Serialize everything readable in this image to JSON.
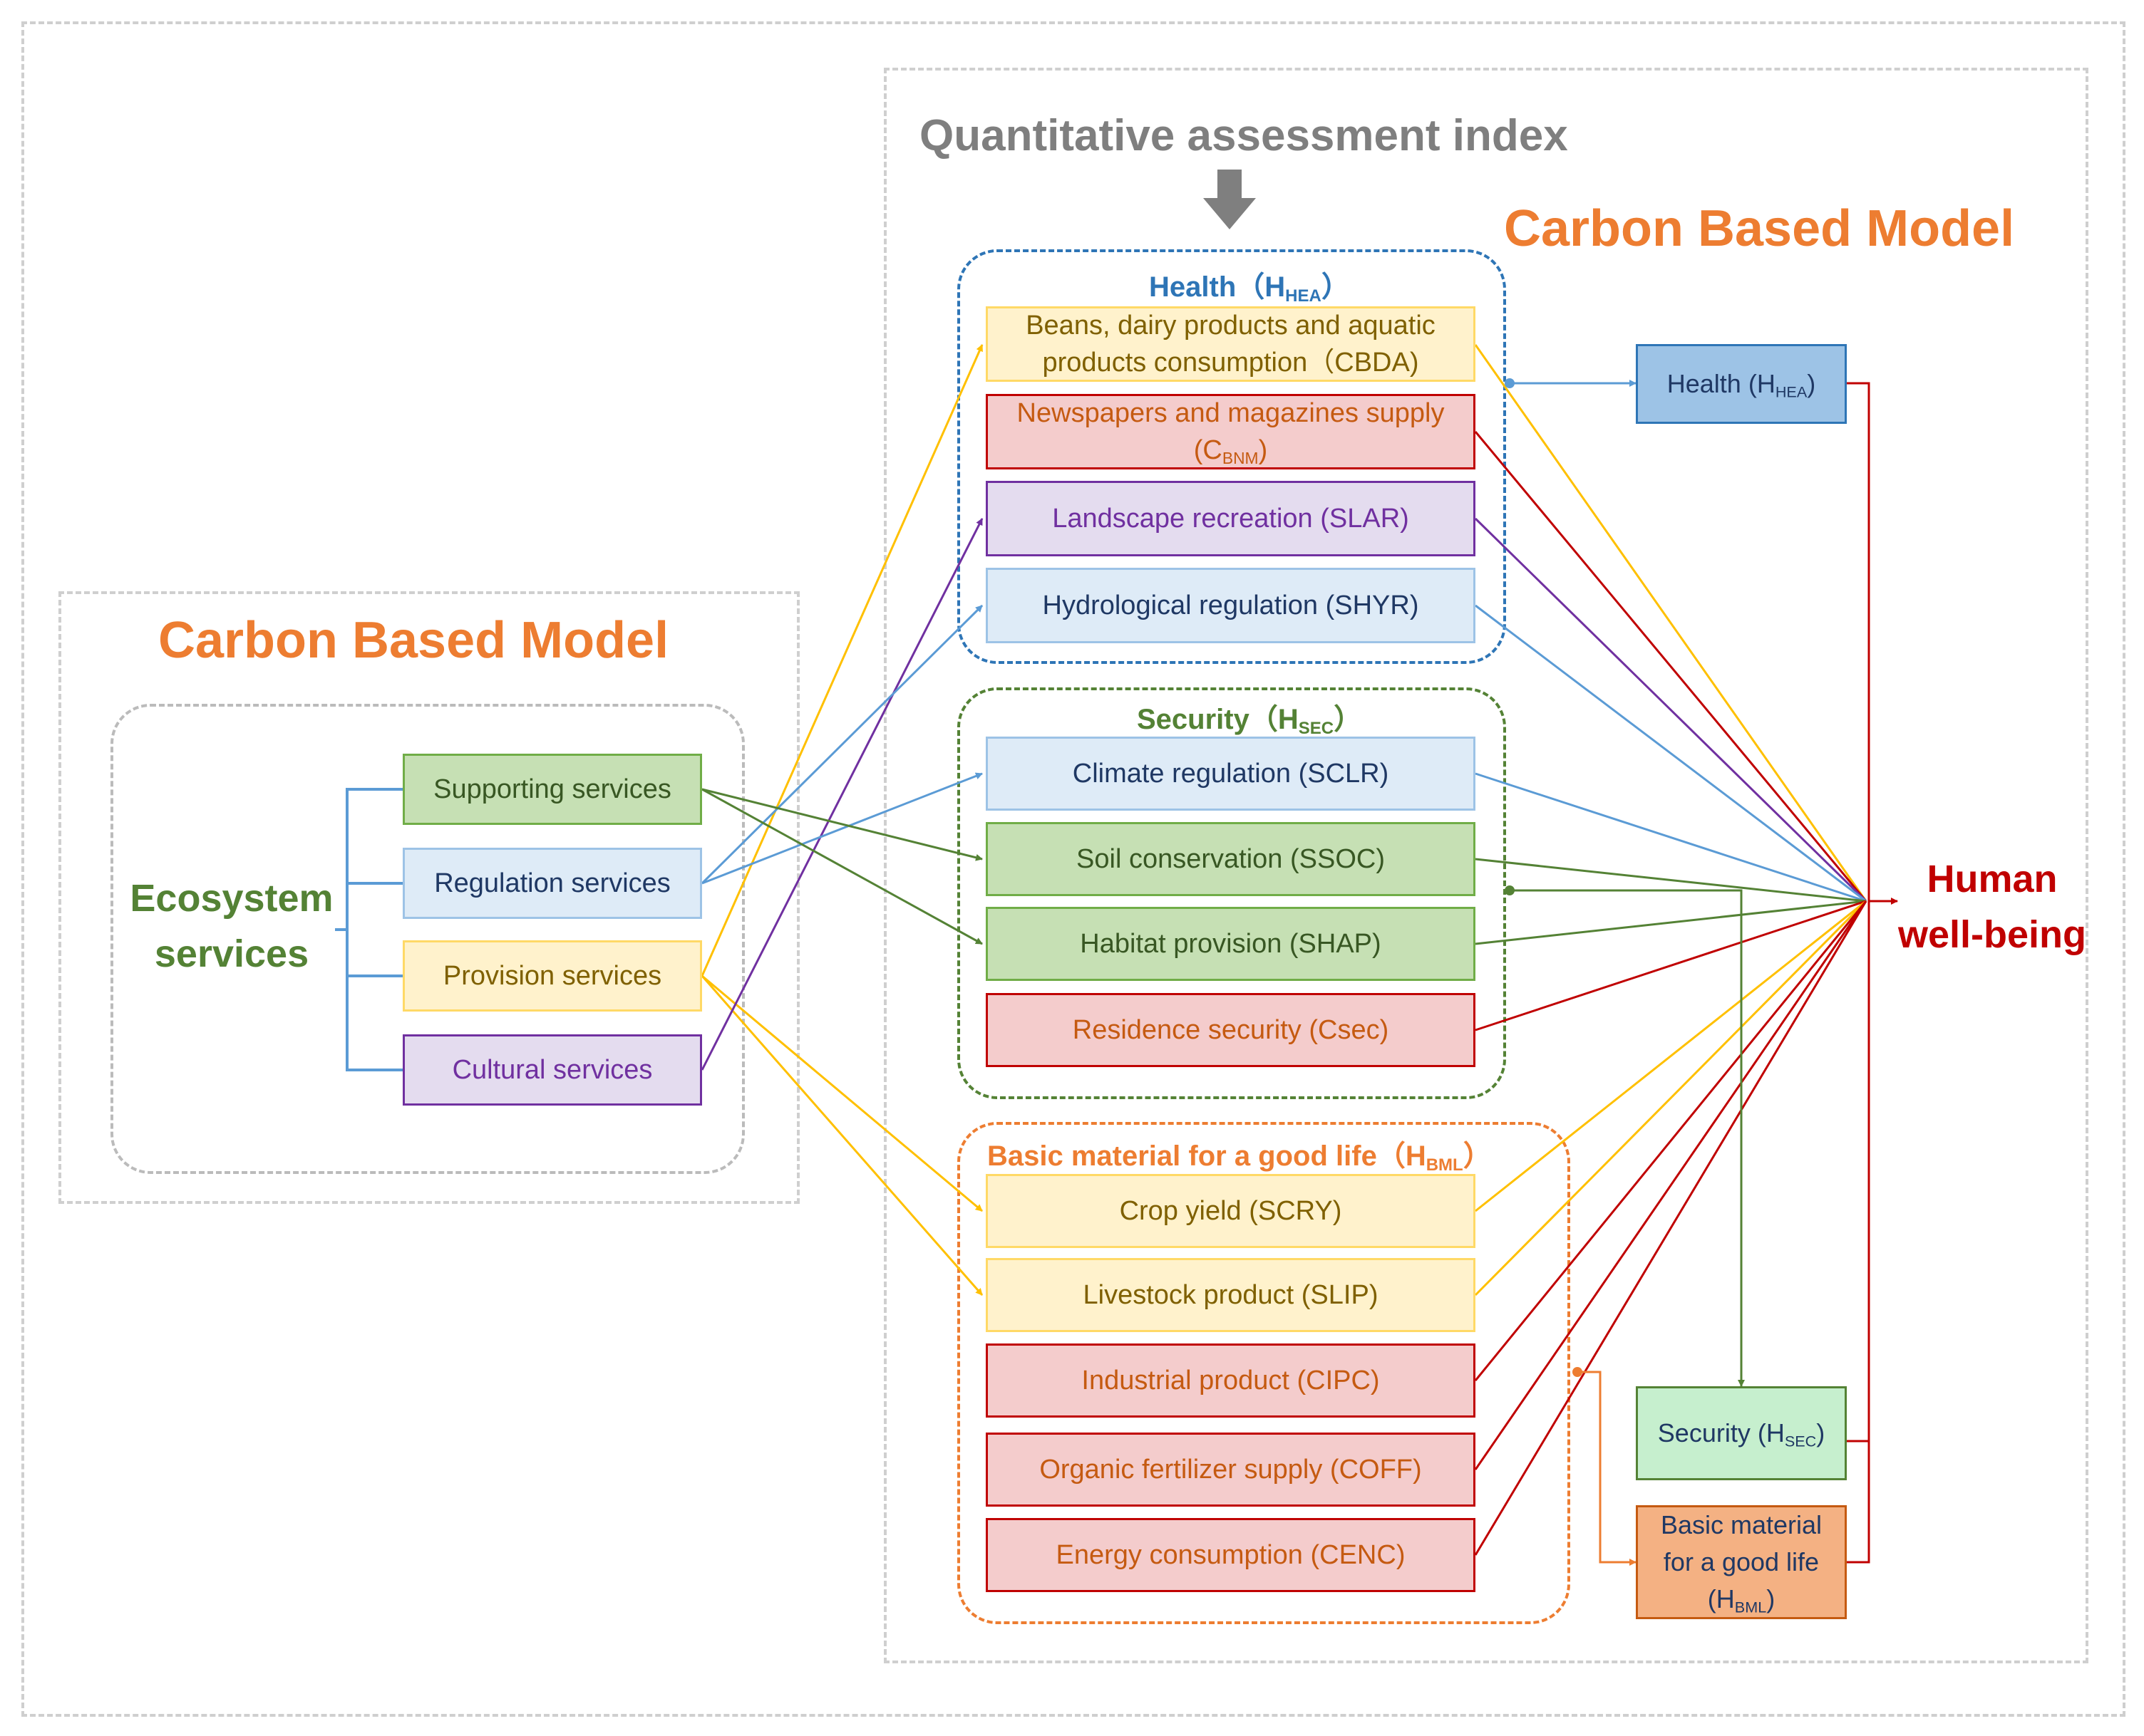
{
  "index_title": "Quantitative assessment index",
  "model_title_right": "Carbon Based Model",
  "model_title_left": "Carbon Based Model",
  "ecosystem_label": "Ecosystem services",
  "outcome_label": "Human well-being",
  "services": {
    "supporting": "Supporting services",
    "regulation": "Regulation services",
    "provision": "Provision services",
    "cultural": "Cultural services"
  },
  "groups": {
    "health": {
      "name": "Health",
      "paren": "（H",
      "sub": "HEA",
      "close": "）"
    },
    "security": {
      "name": "Security",
      "paren": "（H",
      "sub": "SEC",
      "close": "）"
    },
    "basic": {
      "name": "Basic material for a good life",
      "paren": "（H",
      "sub": "BML",
      "close": "）"
    }
  },
  "indicators": {
    "cbda": "Beans, dairy products and aquatic products consumption（CBDA)",
    "cbnm_main": "Newspapers and magazines supply (C",
    "cbnm_sub": "BNM",
    "cbnm_close": ")",
    "slar": "Landscape recreation (SLAR)",
    "shyr": "Hydrological regulation (SHYR)",
    "sclr": "Climate regulation (SCLR)",
    "ssoc": "Soil conservation (SSOC)",
    "shap": "Habitat provision (SHAP)",
    "csec": "Residence security (Csec)",
    "scry": "Crop yield (SCRY)",
    "slip": "Livestock product (SLIP)",
    "cipc": "Industrial product (CIPC)",
    "coff": "Organic fertilizer supply (COFF)",
    "cenc": "Energy consumption (CENC)"
  },
  "results": {
    "health_main": "Health (H",
    "health_sub": "HEA",
    "health_close": ")",
    "security_main": "Security (H",
    "security_sub": "SEC",
    "security_close": ")",
    "basic_main": "Basic material for a good life",
    "basic_h": "(H",
    "basic_sub": "BML",
    "basic_close": ")"
  },
  "colors": {
    "title_orange": "#ed7d31",
    "index_gray": "#7f7f7f",
    "health_blue": "#2e75b6",
    "security_green": "#548235",
    "ecosystem_green": "#548235",
    "wellbeing_red": "#c00000",
    "line_yellow": "#ffc000",
    "line_blue": "#5b9bd5",
    "line_green": "#548235",
    "line_purple": "#7030a0",
    "line_red": "#c00000",
    "line_orange": "#ed7d31"
  }
}
